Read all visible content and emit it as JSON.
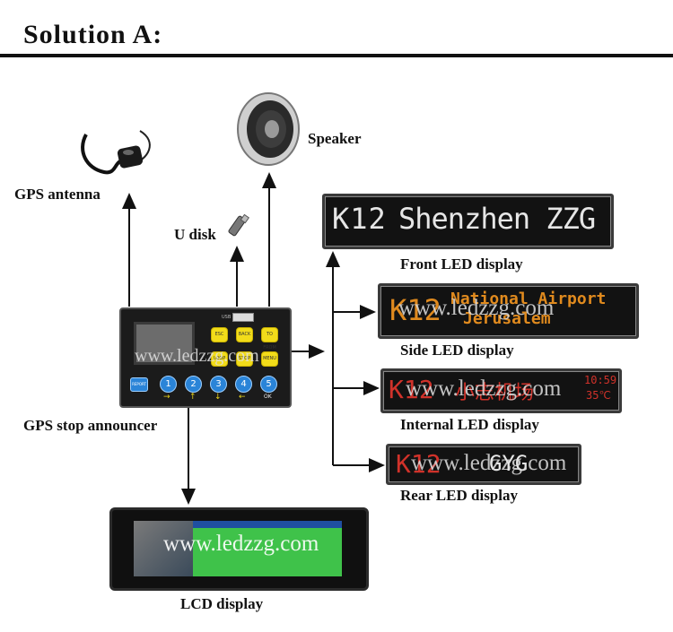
{
  "title": "Solution A:",
  "labels": {
    "gps_antenna": "GPS antenna",
    "speaker": "Speaker",
    "u_disk": "U disk",
    "gps_announcer": "GPS stop announcer",
    "front_led": "Front LED display",
    "side_led": "Side LED display",
    "internal_led": "Internal LED display",
    "rear_led": "Rear LED display",
    "lcd": "LCD display"
  },
  "displays": {
    "front": {
      "route": "K12",
      "text": "Shenzhen ZZG",
      "color": "#e6e6e6"
    },
    "side": {
      "route": "K12",
      "line1": "National Airport",
      "line2": "Jerusalem",
      "color": "#e08a1e"
    },
    "internal": {
      "route": "K12",
      "text": "小志机场",
      "time": "10:59",
      "temp": "35℃",
      "color": "#d0322a"
    },
    "rear": {
      "route": "K12",
      "text": "GYG",
      "color": "#e6e6e6"
    }
  },
  "announcer": {
    "keys_row1": [
      "ESC",
      "BACK",
      "TO FROM"
    ],
    "keys_row2": [
      "LOOP",
      "STOP",
      "MENU"
    ],
    "report_key": "REPORT",
    "num_keys": [
      "1",
      "2",
      "3",
      "4",
      "5"
    ],
    "ok_label": "OK",
    "usb_label": "USB"
  },
  "watermark": "www.ledzzg.com",
  "colors": {
    "line": "#111111",
    "led_frame": "#3a3a3a",
    "key_yellow": "#f2dc1a",
    "key_blue": "#2a84d8"
  }
}
